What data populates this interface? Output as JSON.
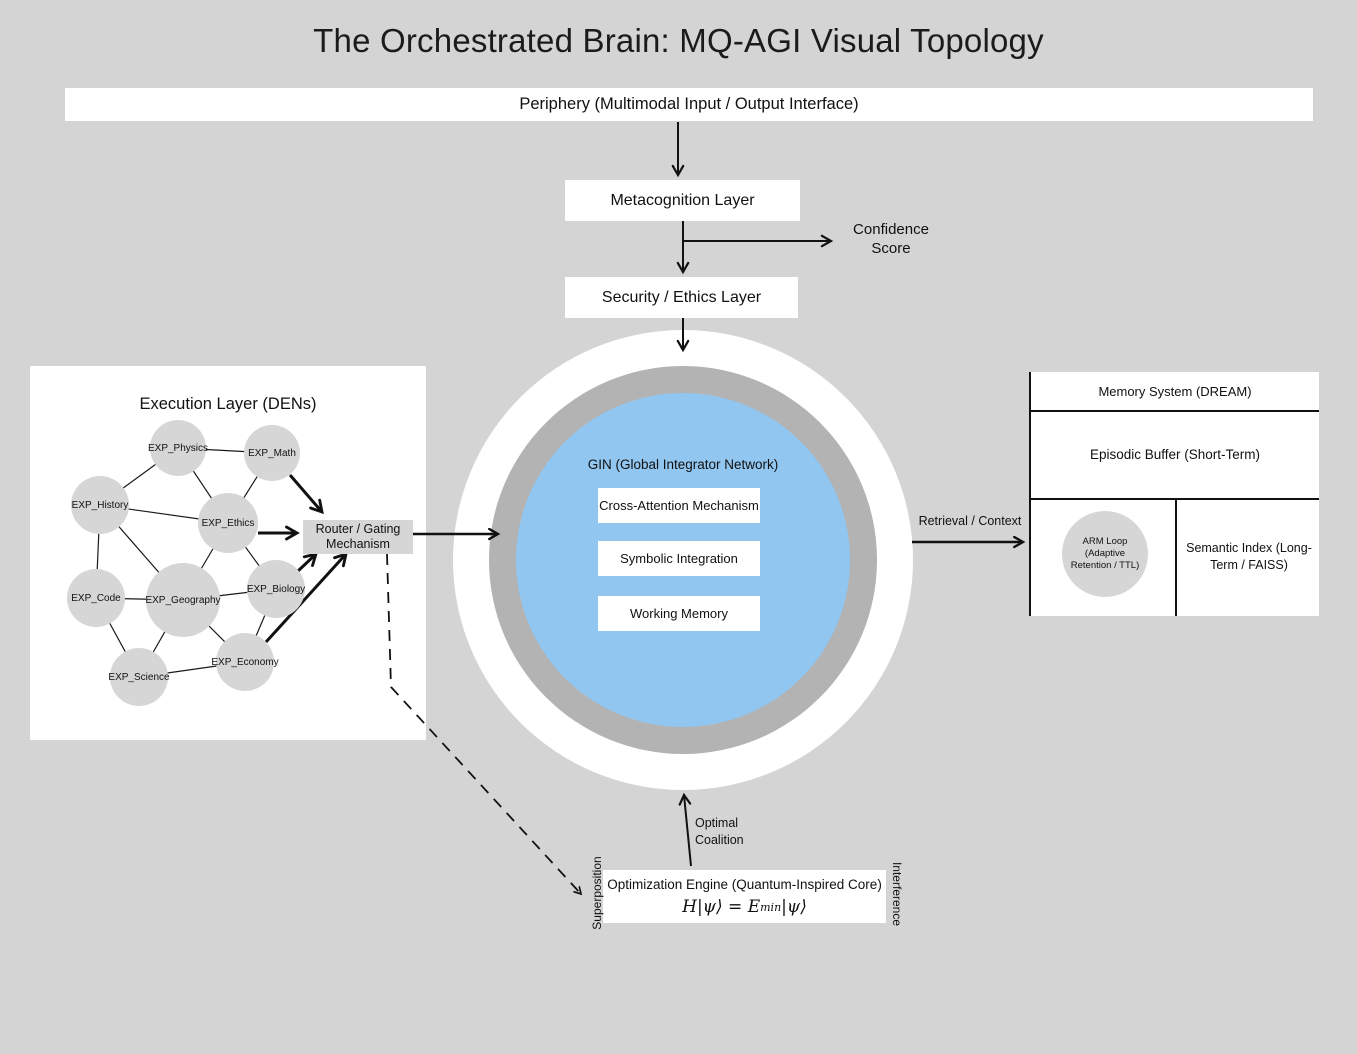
{
  "title": "The Orchestrated Brain: MQ-AGI Visual Topology",
  "periphery": {
    "label": "Periphery (Multimodal Input / Output Interface)"
  },
  "metacognition": {
    "label": "Metacognition Layer"
  },
  "security": {
    "label": "Security / Ethics Layer"
  },
  "confidence_label": "Confidence Score",
  "execution": {
    "title": "Execution Layer (DENs)",
    "nodes": [
      {
        "label": "EXP_Physics"
      },
      {
        "label": "EXP_Math"
      },
      {
        "label": "EXP_History"
      },
      {
        "label": "EXP_Ethics"
      },
      {
        "label": "EXP_Code"
      },
      {
        "label": "EXP_Geography"
      },
      {
        "label": "EXP_Biology"
      },
      {
        "label": "EXP_Science"
      },
      {
        "label": "EXP_Economy"
      }
    ],
    "router_line1": "Router / Gating",
    "router_line2": "Mechanism"
  },
  "gin": {
    "label": "GIN (Global Integrator Network)",
    "modules": [
      "Cross-Attention Mechanism",
      "Symbolic Integration",
      "Working Memory"
    ]
  },
  "memory": {
    "title": "Memory System (DREAM)",
    "episodic": "Episodic Buffer (Short-Term)",
    "arm_loop": "ARM Loop (Adaptive Retention / TTL)",
    "semantic": "Semantic Index (Long-Term / FAISS)"
  },
  "optimization": {
    "title": "Optimization Engine (Quantum-Inspired Core)",
    "formula": {
      "lhs": "H",
      "ket1": "|ψ⟩",
      "eq": " = ",
      "rhs": "E",
      "sub": "min",
      "ket2": "|ψ⟩"
    },
    "left_label": "Superposition",
    "right_label": "Interference"
  },
  "labels": {
    "retrieval": "Retrieval / Context",
    "optimal_coalition": "Optimal Coalition"
  },
  "colors": {
    "background": "#d4d4d4",
    "ring_gray": "#b3b3b3",
    "core_blue": "#91c6f0",
    "node_gray": "#d6d6d6",
    "panel_white": "#ffffff",
    "line": "#111111"
  }
}
